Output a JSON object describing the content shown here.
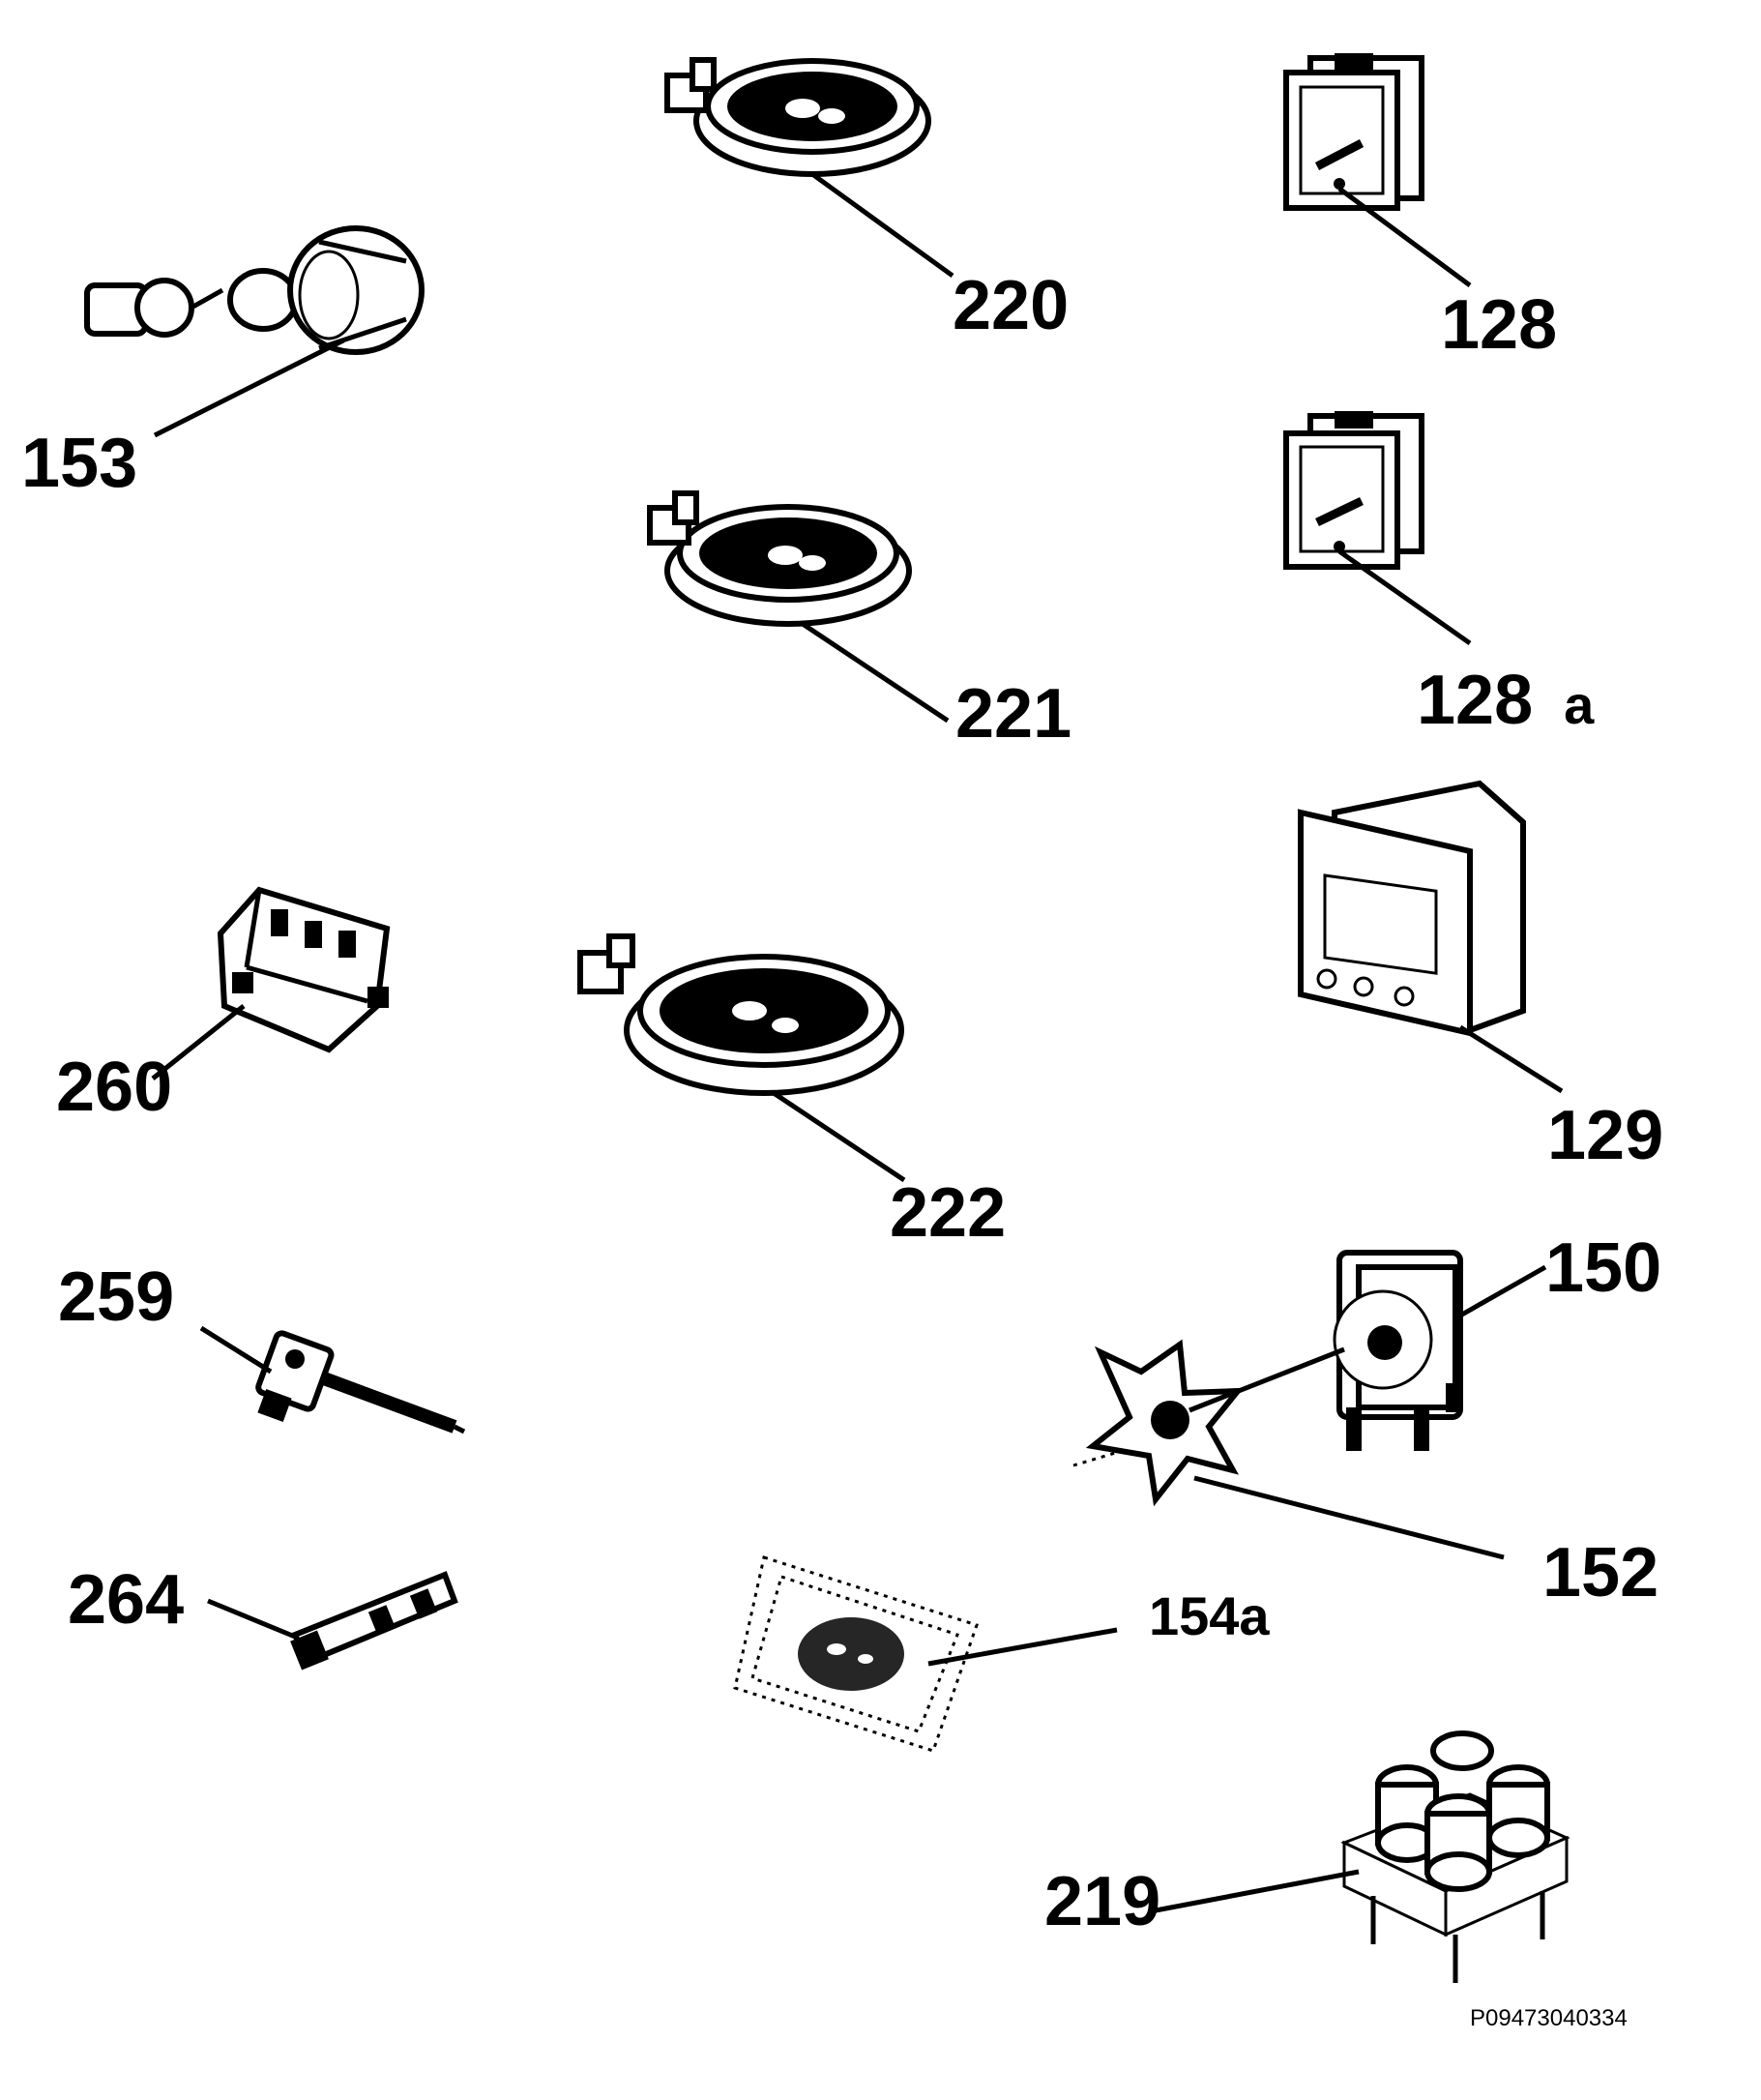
{
  "parts": [
    {
      "id": "p153",
      "label": "153",
      "kind": "knob"
    },
    {
      "id": "p220",
      "label": "220",
      "kind": "hotplate"
    },
    {
      "id": "p128",
      "label": "128",
      "kind": "switch"
    },
    {
      "id": "p221",
      "label": "221",
      "kind": "hotplate"
    },
    {
      "id": "p128a",
      "label": "128",
      "suffix": "a",
      "kind": "switch"
    },
    {
      "id": "p260",
      "label": "260",
      "kind": "terminal-block"
    },
    {
      "id": "p222",
      "label": "222",
      "kind": "hotplate"
    },
    {
      "id": "p129",
      "label": "129",
      "kind": "timer"
    },
    {
      "id": "p259",
      "label": "259",
      "kind": "thermostat"
    },
    {
      "id": "p150",
      "label": "150",
      "kind": "fan-motor"
    },
    {
      "id": "p152",
      "label": "152",
      "kind": "fan-blade"
    },
    {
      "id": "p264",
      "label": "264",
      "kind": "sensor"
    },
    {
      "id": "p154a",
      "label": "154a",
      "kind": "filter"
    },
    {
      "id": "p219",
      "label": "219",
      "kind": "capacitor"
    }
  ],
  "drawing_code": "P09473040334"
}
